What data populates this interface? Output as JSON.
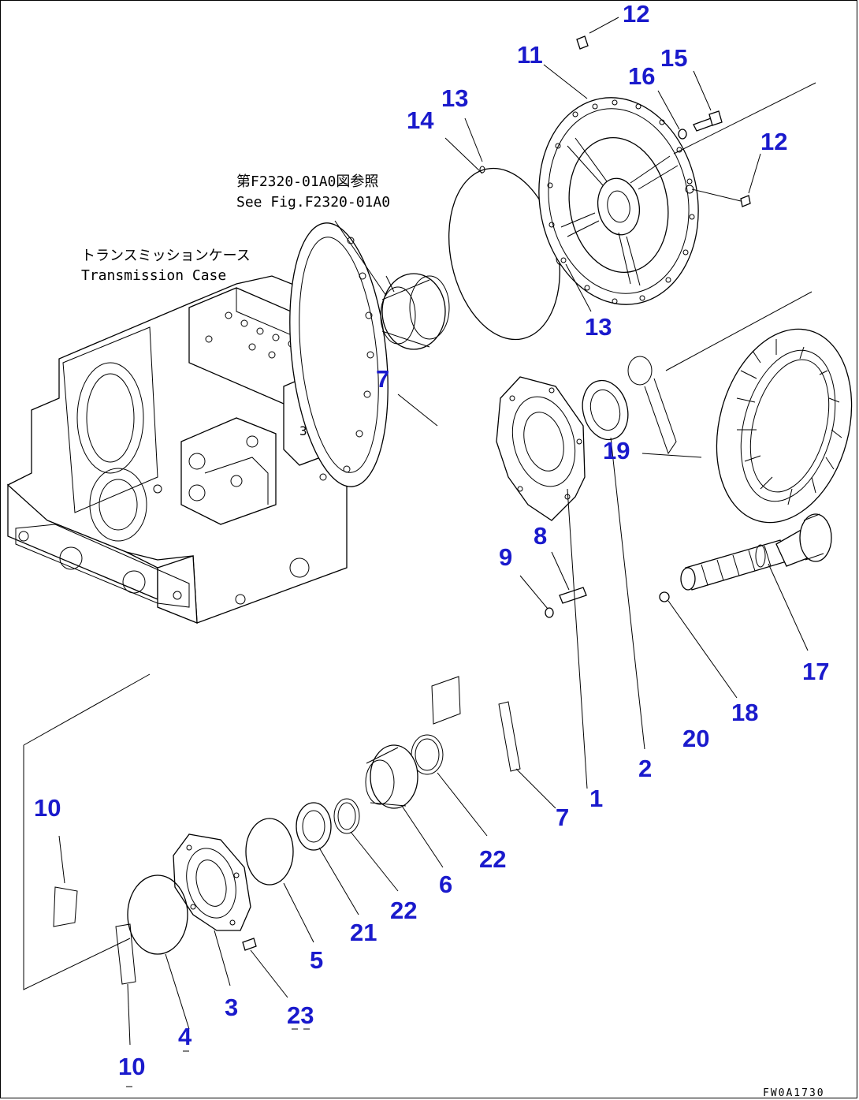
{
  "notes": {
    "ref_jp": "第F2320-01A0図参照",
    "ref_en": "See Fig.F2320-01A0",
    "case_jp": "トランスミッションケース",
    "case_en": "Transmission Case"
  },
  "drawing_code": "FW0A1730",
  "callouts": [
    "12",
    "11",
    "16",
    "15",
    "14",
    "13",
    "12",
    "13",
    "19",
    "8",
    "9",
    "17",
    "7",
    "18",
    "20",
    "2",
    "1",
    "7",
    "22",
    "10",
    "6",
    "22",
    "21",
    "5",
    "3",
    "23",
    "4",
    "10"
  ]
}
